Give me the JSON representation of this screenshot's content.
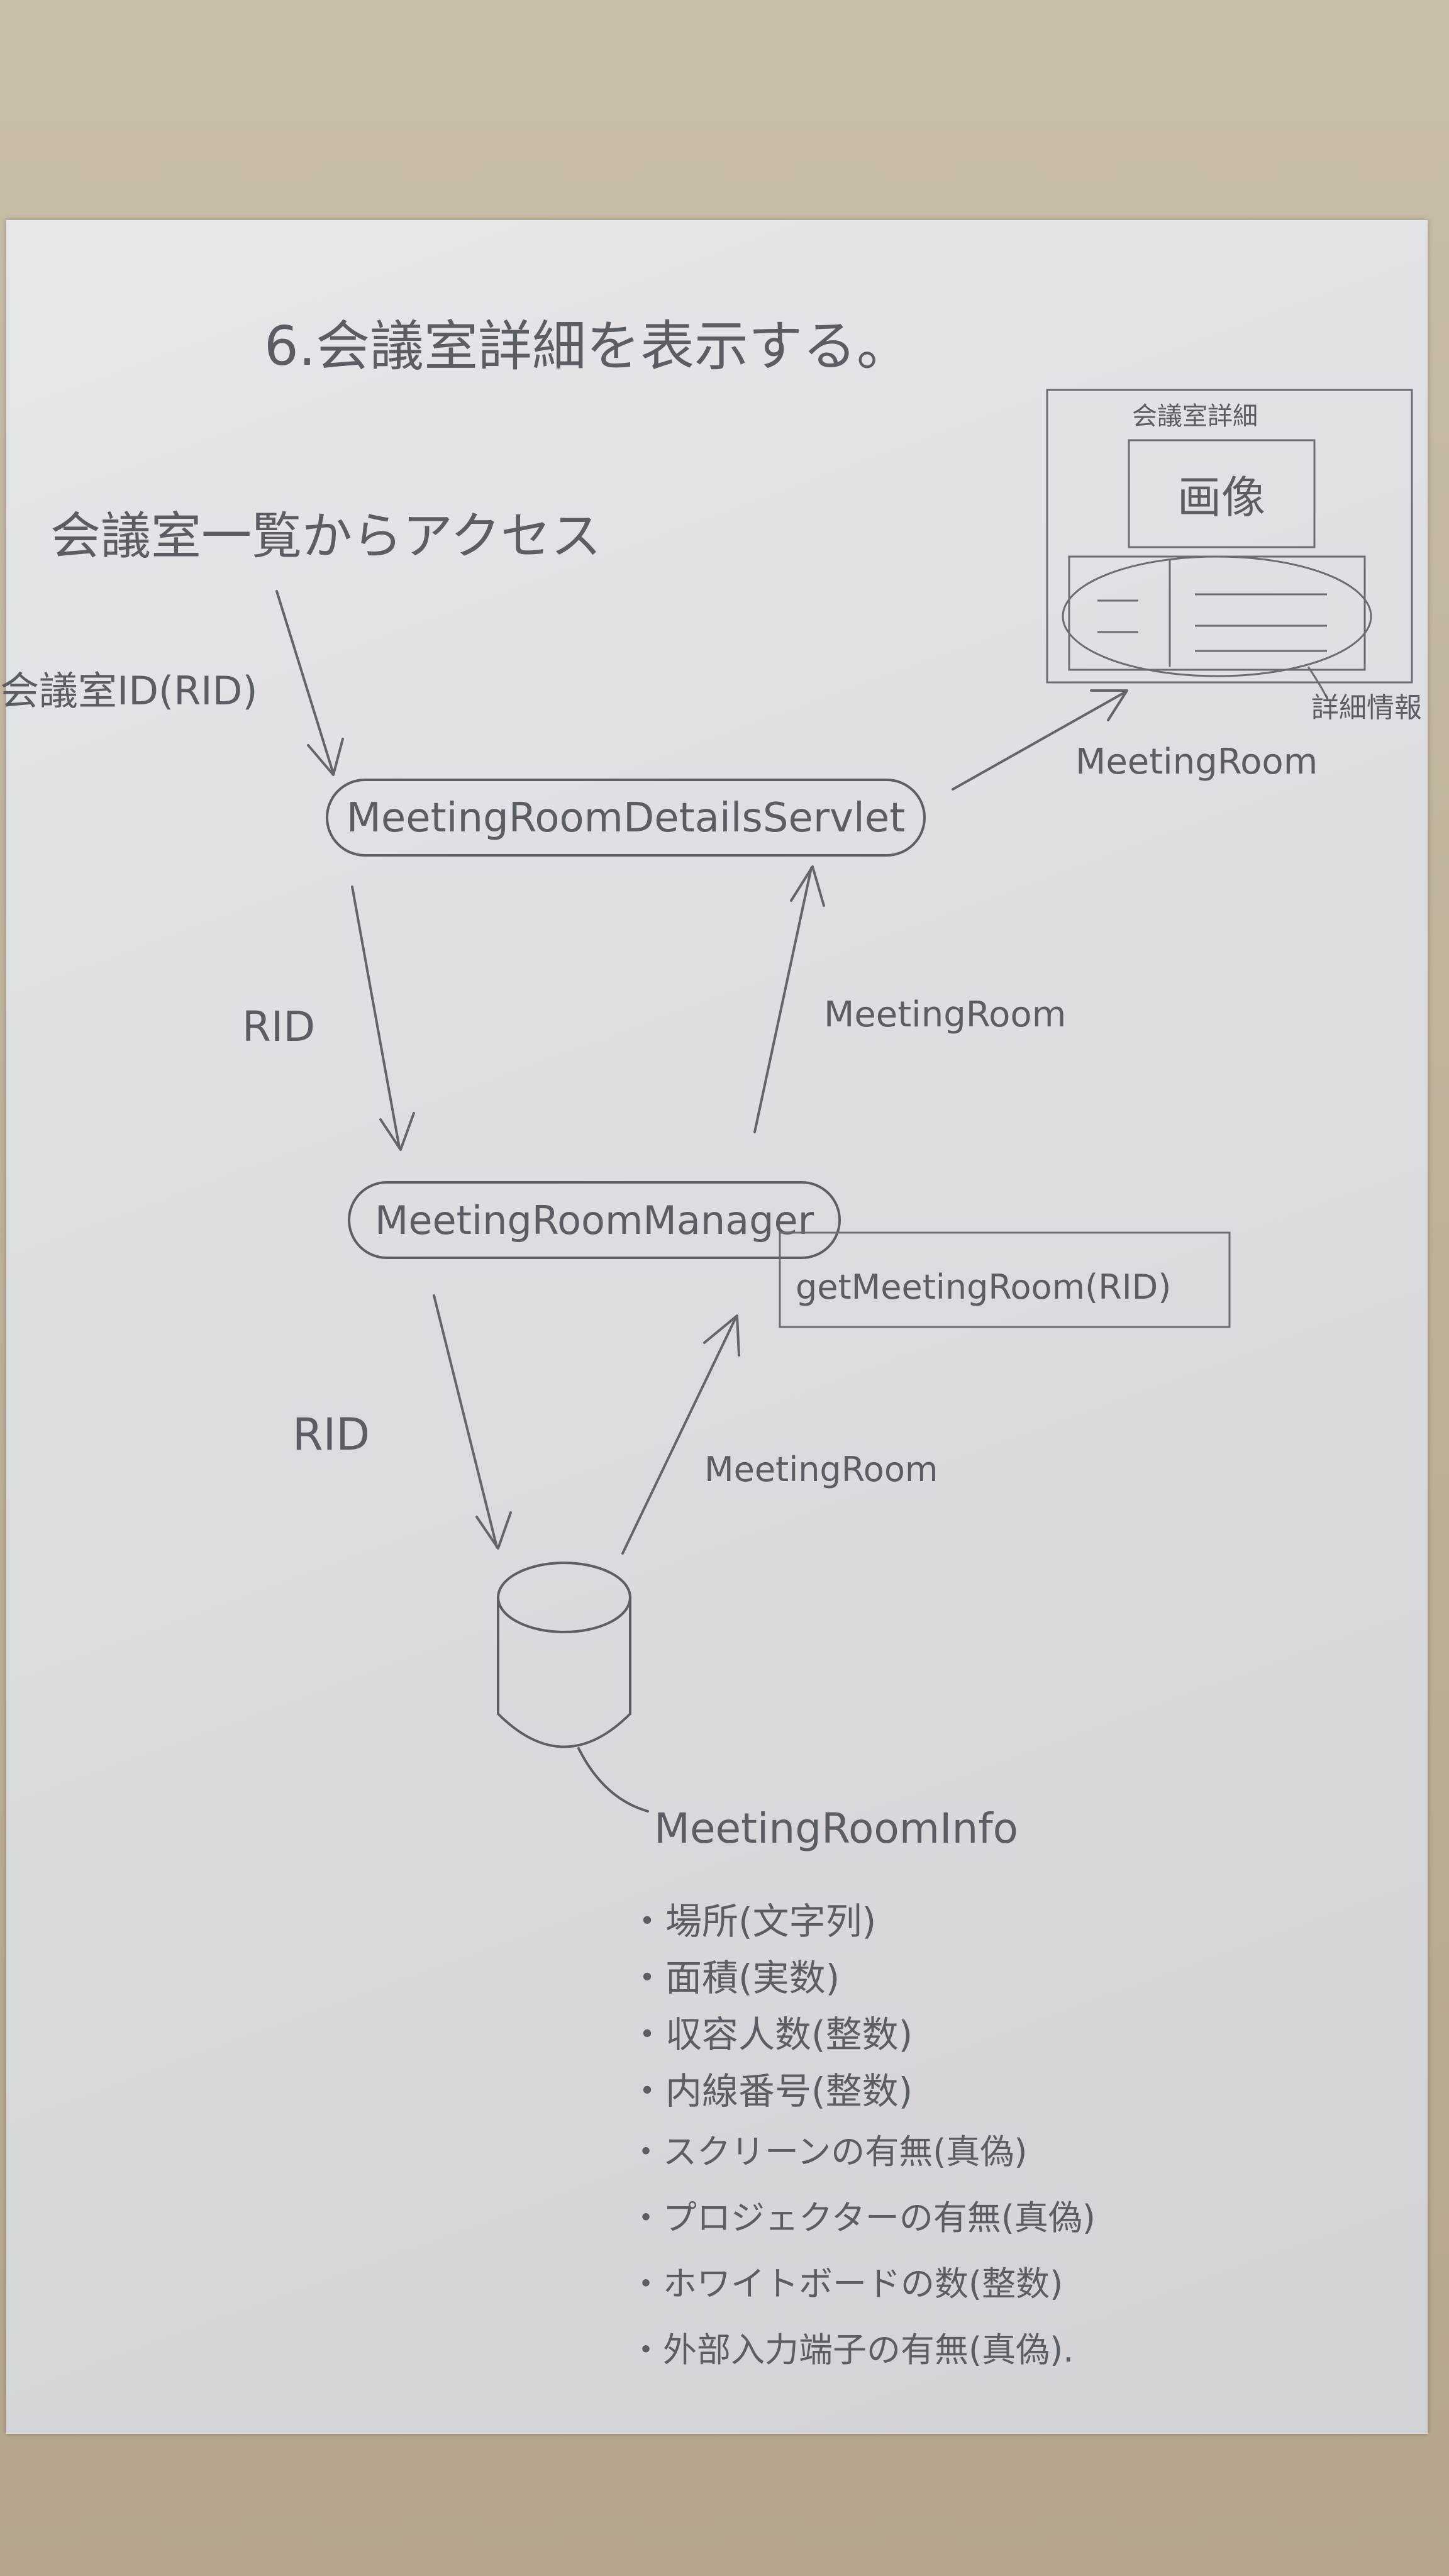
{
  "title": "6.会議室詳細を表示する。",
  "entry": {
    "label": "会議室一覧からアクセス",
    "param": "会議室ID(RID)"
  },
  "nodes": {
    "servlet": "MeetingRoomDetailsServlet",
    "manager": "MeetingRoomManager",
    "method": "getMeetingRoom(RID)",
    "db": "MeetingRoomInfo"
  },
  "edges": {
    "servlet_to_manager": "RID",
    "manager_to_servlet": "MeetingRoom",
    "manager_to_db": "RID",
    "db_to_manager": "MeetingRoom",
    "servlet_to_screen": "MeetingRoom"
  },
  "screen": {
    "title": "会議室詳細",
    "image_label": "画像",
    "details_label": "詳細情報"
  },
  "fields": [
    "・場所(文字列)",
    "・面積(実数)",
    "・収容人数(整数)",
    "・内線番号(整数)",
    "・スクリーンの有無(真偽)",
    "・プロジェクターの有無(真偽)",
    "・ホワイトボードの数(整数)",
    "・外部入力端子の有無(真偽)."
  ]
}
